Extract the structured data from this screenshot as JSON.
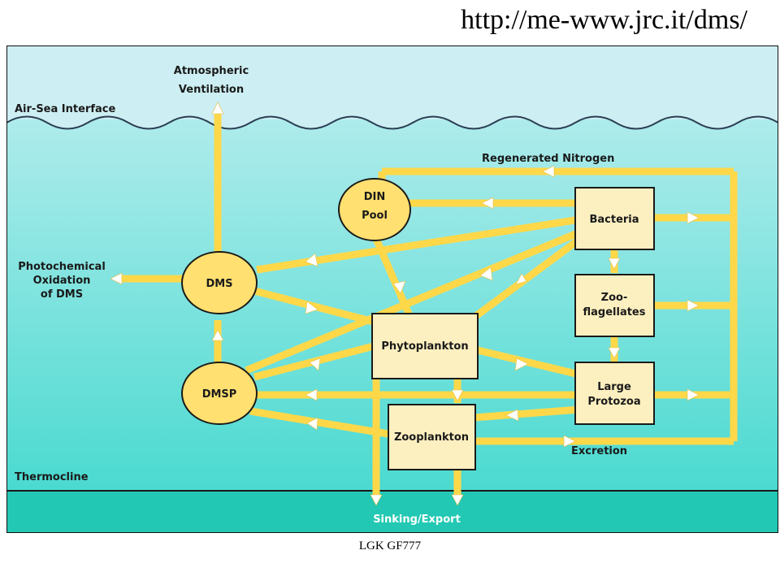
{
  "header": {
    "url": "http://me-www.jrc.it/dms/"
  },
  "footer": {
    "caption": "LGK GF777"
  },
  "labels": {
    "atmospheric": [
      "Atmospheric",
      "Ventilation"
    ],
    "air_sea": "Air-Sea Interface",
    "regenerated": "Regenerated Nitrogen",
    "photochemical": [
      "Photochemical",
      "Oxidation",
      "of DMS"
    ],
    "excretion": "Excretion",
    "thermocline": "Thermocline",
    "sinking": "Sinking/Export"
  },
  "nodes": {
    "din": [
      "DIN",
      "Pool"
    ],
    "dms": "DMS",
    "dmsp": "DMSP",
    "bacteria": "Bacteria",
    "zooflag": [
      "Zoo-",
      "flagellates"
    ],
    "protozoa": [
      "Large",
      "Protozoa"
    ],
    "phyto": "Phytoplankton",
    "zoo": "Zooplankton"
  },
  "colors": {
    "ocean_top": "#bdeef0",
    "ocean_bottom": "#34d7cc",
    "deep": "#23c7b4",
    "flow": "#ffd84a",
    "node_fill": "#fdf0c0",
    "ellipse_fill": "#ffe070"
  }
}
